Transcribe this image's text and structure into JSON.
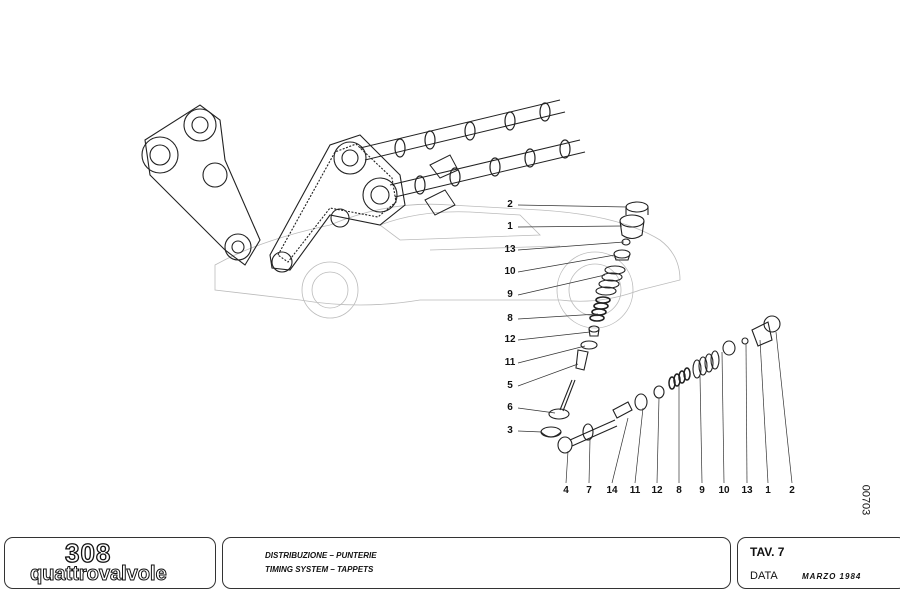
{
  "diagram": {
    "callouts_vertical": [
      "2",
      "1",
      "13",
      "10",
      "9",
      "8",
      "12",
      "11",
      "5",
      "6",
      "3"
    ],
    "callouts_horizontal": [
      "4",
      "7",
      "14",
      "11",
      "12",
      "8",
      "9",
      "10",
      "13",
      "1",
      "2"
    ],
    "drawing_code": "00703"
  },
  "title_block": {
    "logo_number": "308",
    "logo_text": "quattrovalvole",
    "title_it": "DISTRIBUZIONE – PUNTERIE",
    "title_en": "TIMING SYSTEM – TAPPETS",
    "table_label": "TAV.  7",
    "date_label": "DATA",
    "date_value": "MARZO  1984"
  }
}
